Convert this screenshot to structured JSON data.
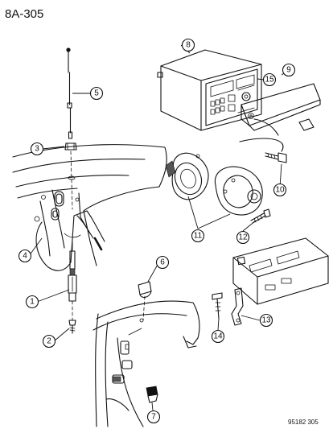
{
  "diagram": {
    "page_title": "8A-305",
    "figure_code": "95182 305",
    "callouts": [
      {
        "id": "c1",
        "label": "1"
      },
      {
        "id": "c2",
        "label": "2"
      },
      {
        "id": "c3",
        "label": "3"
      },
      {
        "id": "c4",
        "label": "4"
      },
      {
        "id": "c5",
        "label": "5"
      },
      {
        "id": "c6",
        "label": "6"
      },
      {
        "id": "c7",
        "label": "7"
      },
      {
        "id": "c8",
        "label": "8"
      },
      {
        "id": "c9",
        "label": "9"
      },
      {
        "id": "c10",
        "label": "10"
      },
      {
        "id": "c11",
        "label": "11"
      },
      {
        "id": "c12",
        "label": "12"
      },
      {
        "id": "c13",
        "label": "13"
      },
      {
        "id": "c14",
        "label": "14"
      },
      {
        "id": "c15",
        "label": "15"
      }
    ]
  }
}
